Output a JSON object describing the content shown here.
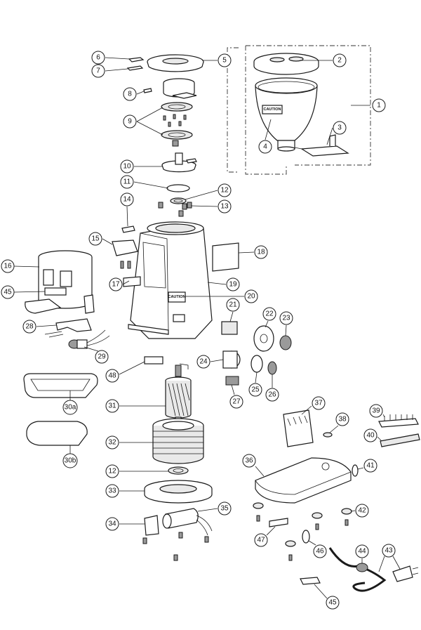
{
  "labels": {
    "caution_hopper": "CAUTION",
    "caution_body": "CAUTION",
    "plate_hopper_holder": "",
    "plate_48": ""
  },
  "callouts": [
    {
      "id": "1",
      "text": "1"
    },
    {
      "id": "2",
      "text": "2"
    },
    {
      "id": "3",
      "text": "3"
    },
    {
      "id": "4",
      "text": "4"
    },
    {
      "id": "5",
      "text": "5"
    },
    {
      "id": "6",
      "text": "6"
    },
    {
      "id": "7",
      "text": "7"
    },
    {
      "id": "8",
      "text": "8"
    },
    {
      "id": "9",
      "text": "9"
    },
    {
      "id": "10",
      "text": "10"
    },
    {
      "id": "11",
      "text": "11"
    },
    {
      "id": "12a",
      "text": "12"
    },
    {
      "id": "13",
      "text": "13"
    },
    {
      "id": "14",
      "text": "14"
    },
    {
      "id": "15",
      "text": "15"
    },
    {
      "id": "16",
      "text": "16"
    },
    {
      "id": "17",
      "text": "17"
    },
    {
      "id": "18",
      "text": "18"
    },
    {
      "id": "19",
      "text": "19"
    },
    {
      "id": "20",
      "text": "20"
    },
    {
      "id": "21",
      "text": "21"
    },
    {
      "id": "22",
      "text": "22"
    },
    {
      "id": "23",
      "text": "23"
    },
    {
      "id": "24",
      "text": "24"
    },
    {
      "id": "25",
      "text": "25"
    },
    {
      "id": "26",
      "text": "26"
    },
    {
      "id": "27",
      "text": "27"
    },
    {
      "id": "28",
      "text": "28"
    },
    {
      "id": "29",
      "text": "29"
    },
    {
      "id": "30a",
      "text": "30a"
    },
    {
      "id": "30b",
      "text": "30b"
    },
    {
      "id": "31",
      "text": "31"
    },
    {
      "id": "32",
      "text": "32"
    },
    {
      "id": "12b",
      "text": "12"
    },
    {
      "id": "33",
      "text": "33"
    },
    {
      "id": "34",
      "text": "34"
    },
    {
      "id": "35",
      "text": "35"
    },
    {
      "id": "36",
      "text": "36"
    },
    {
      "id": "37",
      "text": "37"
    },
    {
      "id": "38",
      "text": "38"
    },
    {
      "id": "39",
      "text": "39"
    },
    {
      "id": "40",
      "text": "40"
    },
    {
      "id": "41",
      "text": "41"
    },
    {
      "id": "42",
      "text": "42"
    },
    {
      "id": "43",
      "text": "43"
    },
    {
      "id": "44",
      "text": "44"
    },
    {
      "id": "45a",
      "text": "45"
    },
    {
      "id": "45b",
      "text": "45"
    },
    {
      "id": "46",
      "text": "46"
    },
    {
      "id": "47",
      "text": "47"
    },
    {
      "id": "48",
      "text": "48"
    }
  ]
}
